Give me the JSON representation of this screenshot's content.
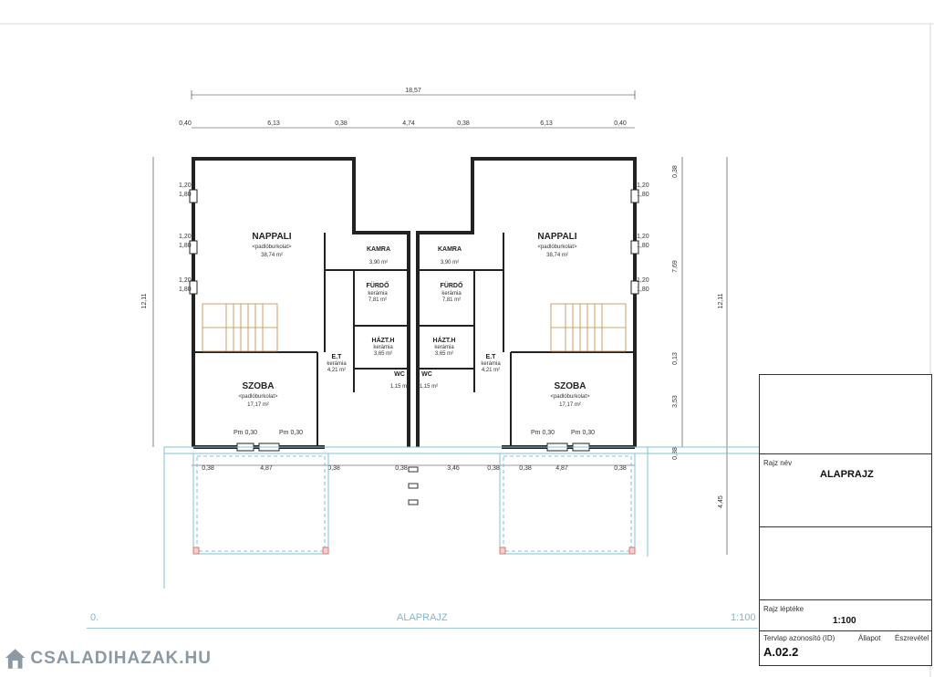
{
  "plan": {
    "overall_width": "18,57",
    "top_dims": [
      "0,40",
      "6,13",
      "0,38",
      "4,74",
      "0,38",
      "6,13",
      "0,40"
    ],
    "left_height": "12,11",
    "right_height": "12,11",
    "right_dims": [
      "0,38",
      "7,69",
      "0,13",
      "3,53",
      "0,38",
      "4,45"
    ],
    "bottom_dims": [
      "0,38",
      "4,87",
      "0,38",
      "0,38",
      "3,46",
      "0,38",
      "0,38",
      "4,87",
      "0,38"
    ],
    "window_dims": [
      "1,20",
      "1,80"
    ],
    "pm": "Pm 0,30",
    "rooms": {
      "nappali": "NAPPALI",
      "nappali_sub": "<padlóburkolat>",
      "nappali_area": "38,74 m²",
      "szoba": "SZOBA",
      "szoba_sub": "<padlóburkolat>",
      "szoba_area": "17,17 m²",
      "kamra": "KAMRA",
      "kamra_area": "3,90 m²",
      "furdo": "FÜRDŐ",
      "furdo_sub": "kerámia",
      "furdo_area": "7,81 m²",
      "haztech": "HÁZT.H",
      "haztech_sub": "kerámia",
      "haztech_area": "3,65 m²",
      "et": "E.T",
      "et_sub": "kerámia",
      "et_area": "4,21 m²",
      "wc": "WC",
      "wc_area": "1,15 m²"
    }
  },
  "title_block": {
    "rajz_nev_label": "Rajz név",
    "rajz_nev": "ALAPRAJZ",
    "meretarany_label": "Rajz léptéke",
    "meretarany": "1:100",
    "azonosito_label": "Tervlap azonosító (ID)",
    "allapot_label": "Állapot",
    "eszrevetel_label": "Észrevétel",
    "azonosito": "A.02.2"
  },
  "bottom_bar": {
    "left": "0.",
    "center": "ALAPRAJZ",
    "right": "1:100"
  },
  "watermark": "CSALADIHAZAK.HU"
}
